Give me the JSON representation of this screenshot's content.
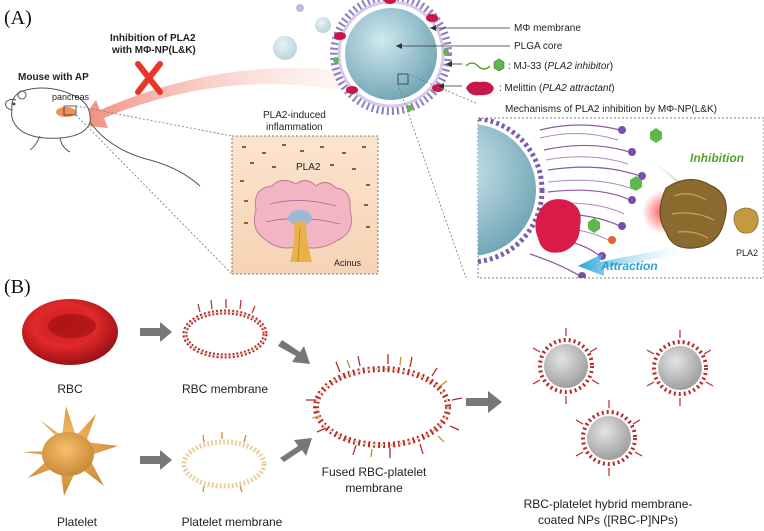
{
  "panel_a": {
    "label": "(A)",
    "mouse_label": "Mouse with AP",
    "pancreas_label": "pancreas",
    "inhibition_title_1": "Inhibition of PLA2",
    "inhibition_title_2": "with MΦ-NP(L&K)",
    "inset_title_1": "PLA2-induced",
    "inset_title_2": "inflammation",
    "inset_pla2": "PLA2",
    "inset_acinus": "Acinus",
    "np_labels": {
      "membrane": "MΦ membrane",
      "core": "PLGA core",
      "mj33": ": MJ-33 (",
      "mj33_italic": "PLA2 inhibitor",
      "melittin": ": Melittin (",
      "melittin_italic": "PLA2 attractant",
      "close": ")"
    },
    "mechanism_title": "Mechanisms of PLA2 inhibition by MΦ-NP(L&K)",
    "inhibition": "Inhibition",
    "attraction": "Attraction",
    "pla2": "PLA2",
    "colors": {
      "inhibition": "#5aa02c",
      "attraction": "#29a3d6",
      "x_mark": "#e8372a"
    }
  },
  "panel_b": {
    "label": "(B)",
    "rbc": "RBC",
    "rbc_membrane": "RBC membrane",
    "platelet": "Platelet",
    "platelet_membrane": "Platelet membrane",
    "fused_1": "Fused RBC-platelet",
    "fused_2": "membrane",
    "hybrid_1": "RBC-platelet hybrid membrane-",
    "hybrid_2": "coated NPs ([RBC-P]NPs)"
  }
}
